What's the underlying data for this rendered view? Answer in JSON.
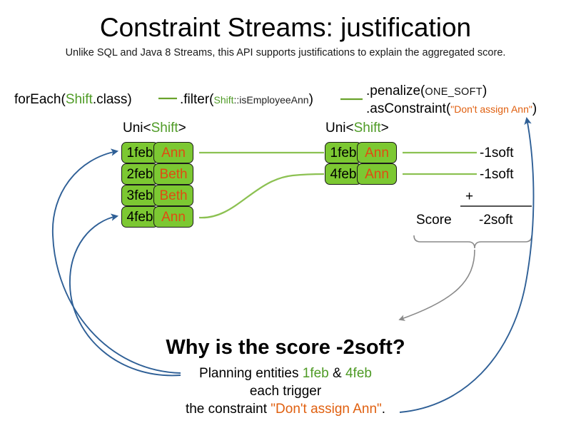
{
  "header": {
    "title": "Constraint Streams: justification",
    "subtitle": "Unlike SQL and Java 8 Streams, this API supports justifications to explain the aggregated score."
  },
  "pipeline": {
    "foreach": {
      "call": "forEach(",
      "type": "Shift",
      "tail": ".class)"
    },
    "filter": {
      "call": ".filter(",
      "type": "Shift",
      "method": "::isEmployeeAnn",
      "tail": ")"
    },
    "penalize": {
      "call": ".penalize(",
      "arg": "ONE_SOFT",
      "tail": ")"
    },
    "as_constraint": {
      "call": ".asConstraint(",
      "arg": "\"Don't assign Ann\"",
      "tail": ")"
    }
  },
  "streams": {
    "left": {
      "label_prefix": "Uni<",
      "label_type": "Shift",
      "label_suffix": ">",
      "rows": [
        {
          "date": "1feb",
          "employee": "Ann"
        },
        {
          "date": "2feb",
          "employee": "Beth"
        },
        {
          "date": "3feb",
          "employee": "Beth"
        },
        {
          "date": "4feb",
          "employee": "Ann"
        }
      ]
    },
    "right": {
      "label_prefix": "Uni<",
      "label_type": "Shift",
      "label_suffix": ">",
      "rows": [
        {
          "date": "1feb",
          "employee": "Ann"
        },
        {
          "date": "4feb",
          "employee": "Ann"
        }
      ]
    }
  },
  "score": {
    "penalties": [
      "-1soft",
      "-1soft"
    ],
    "operator": "+",
    "label": "Score",
    "total": "-2soft"
  },
  "explanation": {
    "question": "Why is the score -2soft?",
    "line1_prefix": "Planning entities ",
    "entity_a": "1feb",
    "line1_mid": " & ",
    "entity_b": "4feb",
    "line2": "each trigger",
    "line3_prefix": "the constraint ",
    "constraint_name": "\"Don't assign Ann\"",
    "line3_suffix": "."
  },
  "colors": {
    "fact_fill": "#7cc832",
    "fact_border": "#1a1a1a",
    "employee_text": "#e04b12",
    "type_green": "#4f9b26",
    "string_orange": "#e06010",
    "connector_green": "#8cc152",
    "justification_blue": "#2e5f96",
    "brace_gray": "#8a8a8a"
  },
  "icons": {
    "left_arrow_top": "justification-arrow-icon",
    "left_arrow_bottom": "justification-arrow-icon",
    "right_arrow": "constraint-arrow-icon",
    "score_arrow": "score-explain-arrow-icon"
  }
}
